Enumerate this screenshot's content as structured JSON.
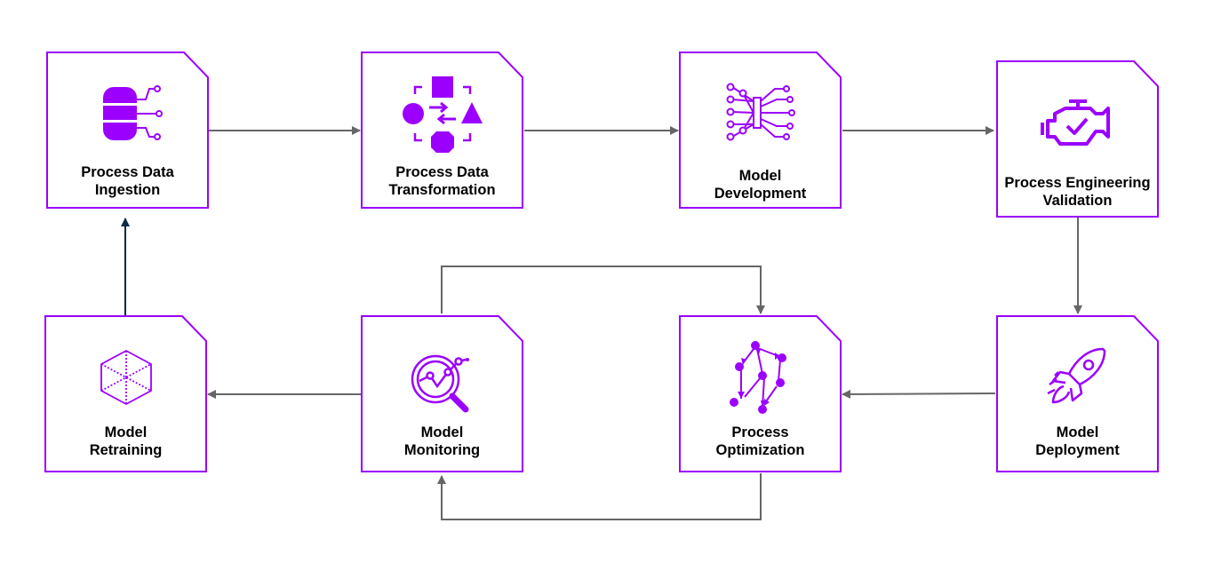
{
  "colors": {
    "accent": "#9b00ff",
    "connector": "#666666",
    "feedback": "#0b2a4a"
  },
  "nodes": [
    {
      "id": "ingestion",
      "line1": "Process Data",
      "line2": "Ingestion",
      "icon": "database-icon"
    },
    {
      "id": "transformation",
      "line1": "Process Data",
      "line2": "Transformation",
      "icon": "shapes-transform-icon"
    },
    {
      "id": "development",
      "line1": "Model",
      "line2": "Development",
      "icon": "neural-network-icon"
    },
    {
      "id": "validation",
      "line1": "Process Engineering",
      "line2": "Validation",
      "icon": "engine-check-icon"
    },
    {
      "id": "deployment",
      "line1": "Model",
      "line2": "Deployment",
      "icon": "rocket-icon"
    },
    {
      "id": "optimization",
      "line1": "Process",
      "line2": "Optimization",
      "icon": "graph-nodes-icon"
    },
    {
      "id": "monitoring",
      "line1": "Model",
      "line2": "Monitoring",
      "icon": "magnifier-chart-icon"
    },
    {
      "id": "retraining",
      "line1": "Model",
      "line2": "Retraining",
      "icon": "cube-icon"
    }
  ]
}
